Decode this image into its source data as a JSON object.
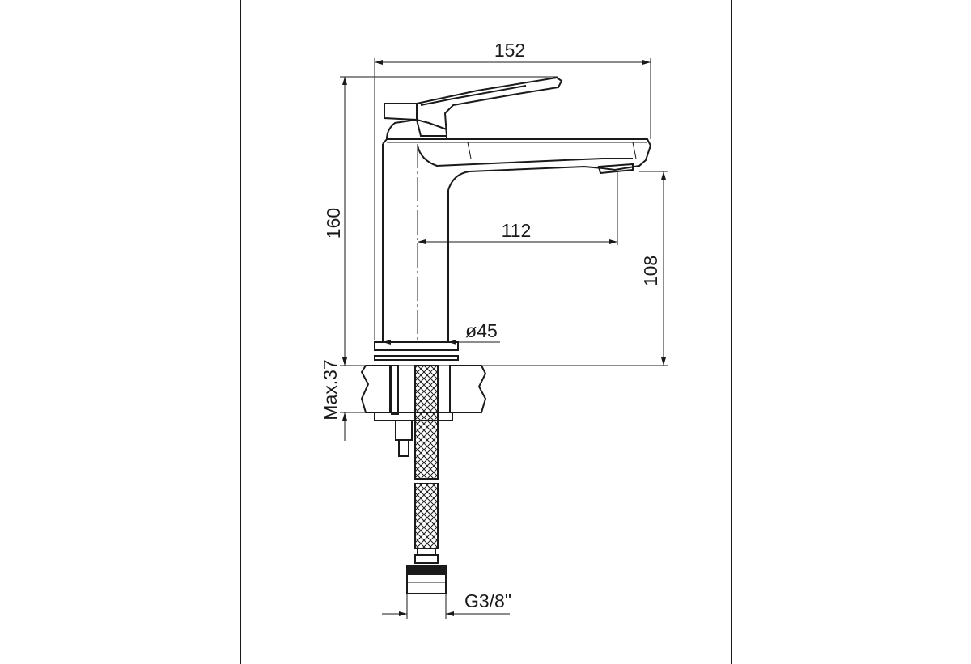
{
  "dimensions": {
    "overall_length": "152",
    "overall_height": "160",
    "spout_reach": "112",
    "spout_height": "108",
    "base_diameter": "ø45",
    "max_deck_thickness": "Max.37",
    "connection_thread": "G3/8\""
  }
}
